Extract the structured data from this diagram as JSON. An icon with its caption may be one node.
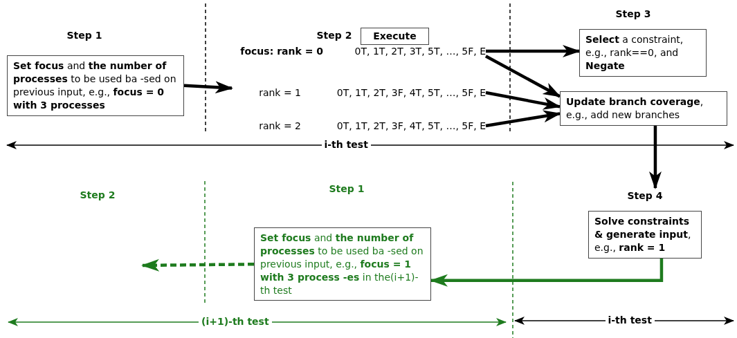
{
  "diagram": {
    "nodes": [
      {
        "text": [
          "Execute"
        ]
      },
      {
        "text": [
          "**Set focus** and **the number of processes** to be used ba -sed on previous input, e.g., **focus = 0 with 3 processes**"
        ]
      },
      {
        "text": [
          "0T, 1T, 2T, 3T, 5T, …, 5F, E"
        ],
        "beside": [
          "focus: rank = 0"
        ]
      },
      {
        "text": [
          "0T, 1T, 2T, 3F, 4T, 5T, …, 5F, E"
        ],
        "beside": [
          "rank = 1"
        ]
      },
      {
        "text": [
          "0T, 1T, 2T, 3F, 4T, 5T, …, 5F, E"
        ],
        "beside": [
          "rank = 2"
        ]
      },
      {
        "text": [
          "**Select** a constraint, e.g., rank==0, and **Negate**"
        ]
      },
      {
        "text": [
          "**Update branch coverage**, e.g., add new branches"
        ]
      },
      {
        "text": [
          "Step 4",
          "**Solve constraints & generate input**, e.g., **rank = 1**"
        ]
      },
      {
        "text": [
          "**Set focus** and **the number of processes** to be used ba -sed on previous input, e.g., **focus = 1 with 3 process -es** in the(i+1)-th test"
        ]
      }
    ],
    "edges": [
      {
        "from": 1,
        "to": 3,
        "arrow": "to"
      },
      {
        "from": 2,
        "to": 5,
        "arrow": "to"
      },
      {
        "from": 2,
        "to": 6,
        "arrow": "to"
      },
      {
        "from": 3,
        "to": 6,
        "arrow": "to"
      },
      {
        "from": 4,
        "to": 6,
        "arrow": "to"
      },
      {
        "from": 6,
        "to": 7,
        "arrow": "to"
      },
      {
        "from": 7,
        "to": 8,
        "arrow": "to",
        "color": "#1e7b1e"
      },
      {
        "from": 8,
        "to": null,
        "arrow": "to",
        "style": "dashed",
        "color": "#1e7b1e"
      }
    ],
    "labels": [
      "Step 1",
      "Step 2",
      "Step 3",
      "i-th test",
      "Step 2",
      "Step 1",
      "(i+1)-th test",
      "i-th test"
    ]
  }
}
